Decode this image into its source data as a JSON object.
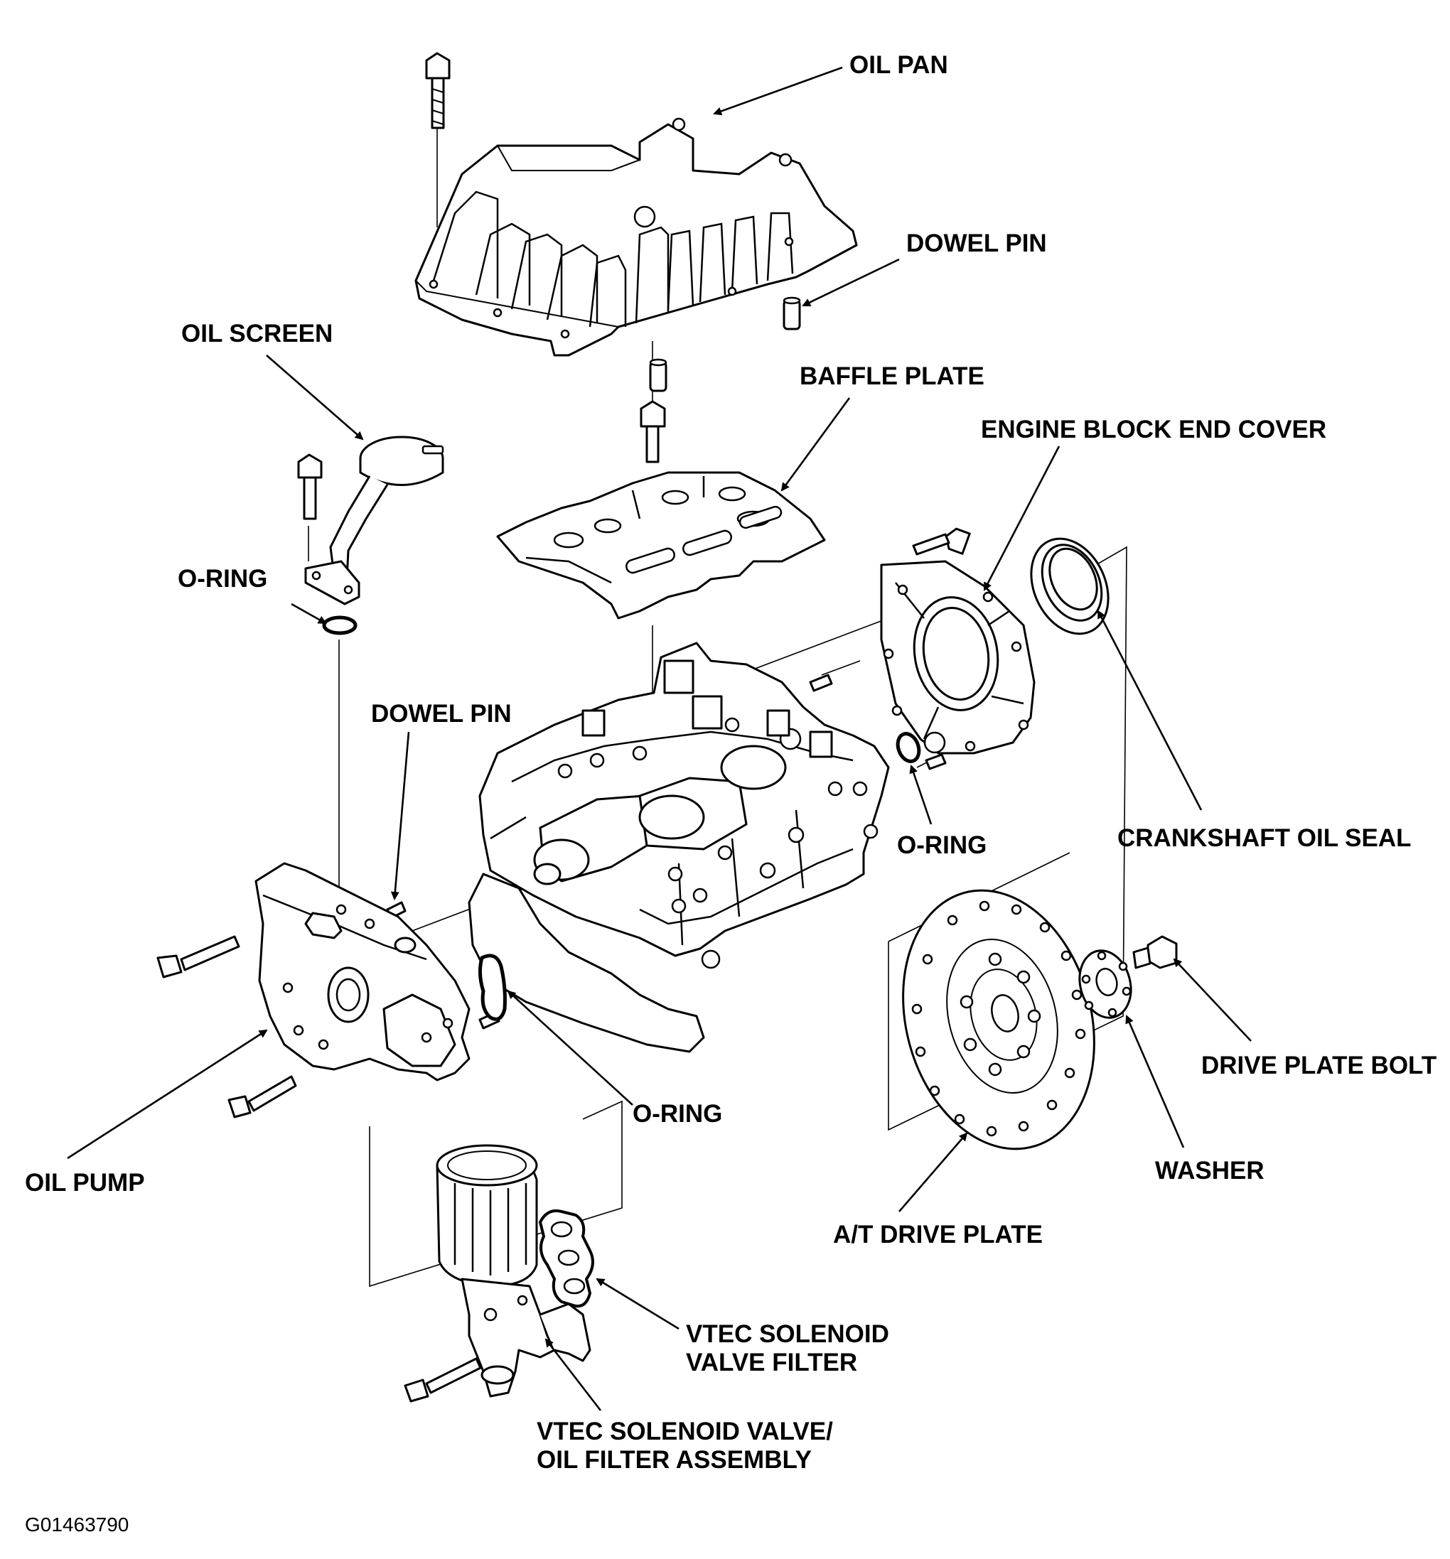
{
  "labels": {
    "oil_pan": "OIL PAN",
    "dowel_pin_top": "DOWEL PIN",
    "oil_screen": "OIL SCREEN",
    "baffle_plate": "BAFFLE PLATE",
    "engine_block_end_cover": "ENGINE BLOCK END COVER",
    "o_ring_left": "O-RING",
    "dowel_pin_mid": "DOWEL PIN",
    "o_ring_right": "O-RING",
    "crankshaft_oil_seal": "CRANKSHAFT OIL SEAL",
    "drive_plate_bolt": "DRIVE PLATE BOLT",
    "o_ring_bottom": "O-RING",
    "washer": "WASHER",
    "oil_pump": "OIL PUMP",
    "at_drive_plate": "A/T DRIVE PLATE",
    "vtec_filter_line1": "VTEC SOLENOID",
    "vtec_filter_line2": "VALVE FILTER",
    "vtec_assembly_line1": "VTEC SOLENOID VALVE/",
    "vtec_assembly_line2": "OIL FILTER ASSEMBLY"
  },
  "figure_code": "G01463790"
}
